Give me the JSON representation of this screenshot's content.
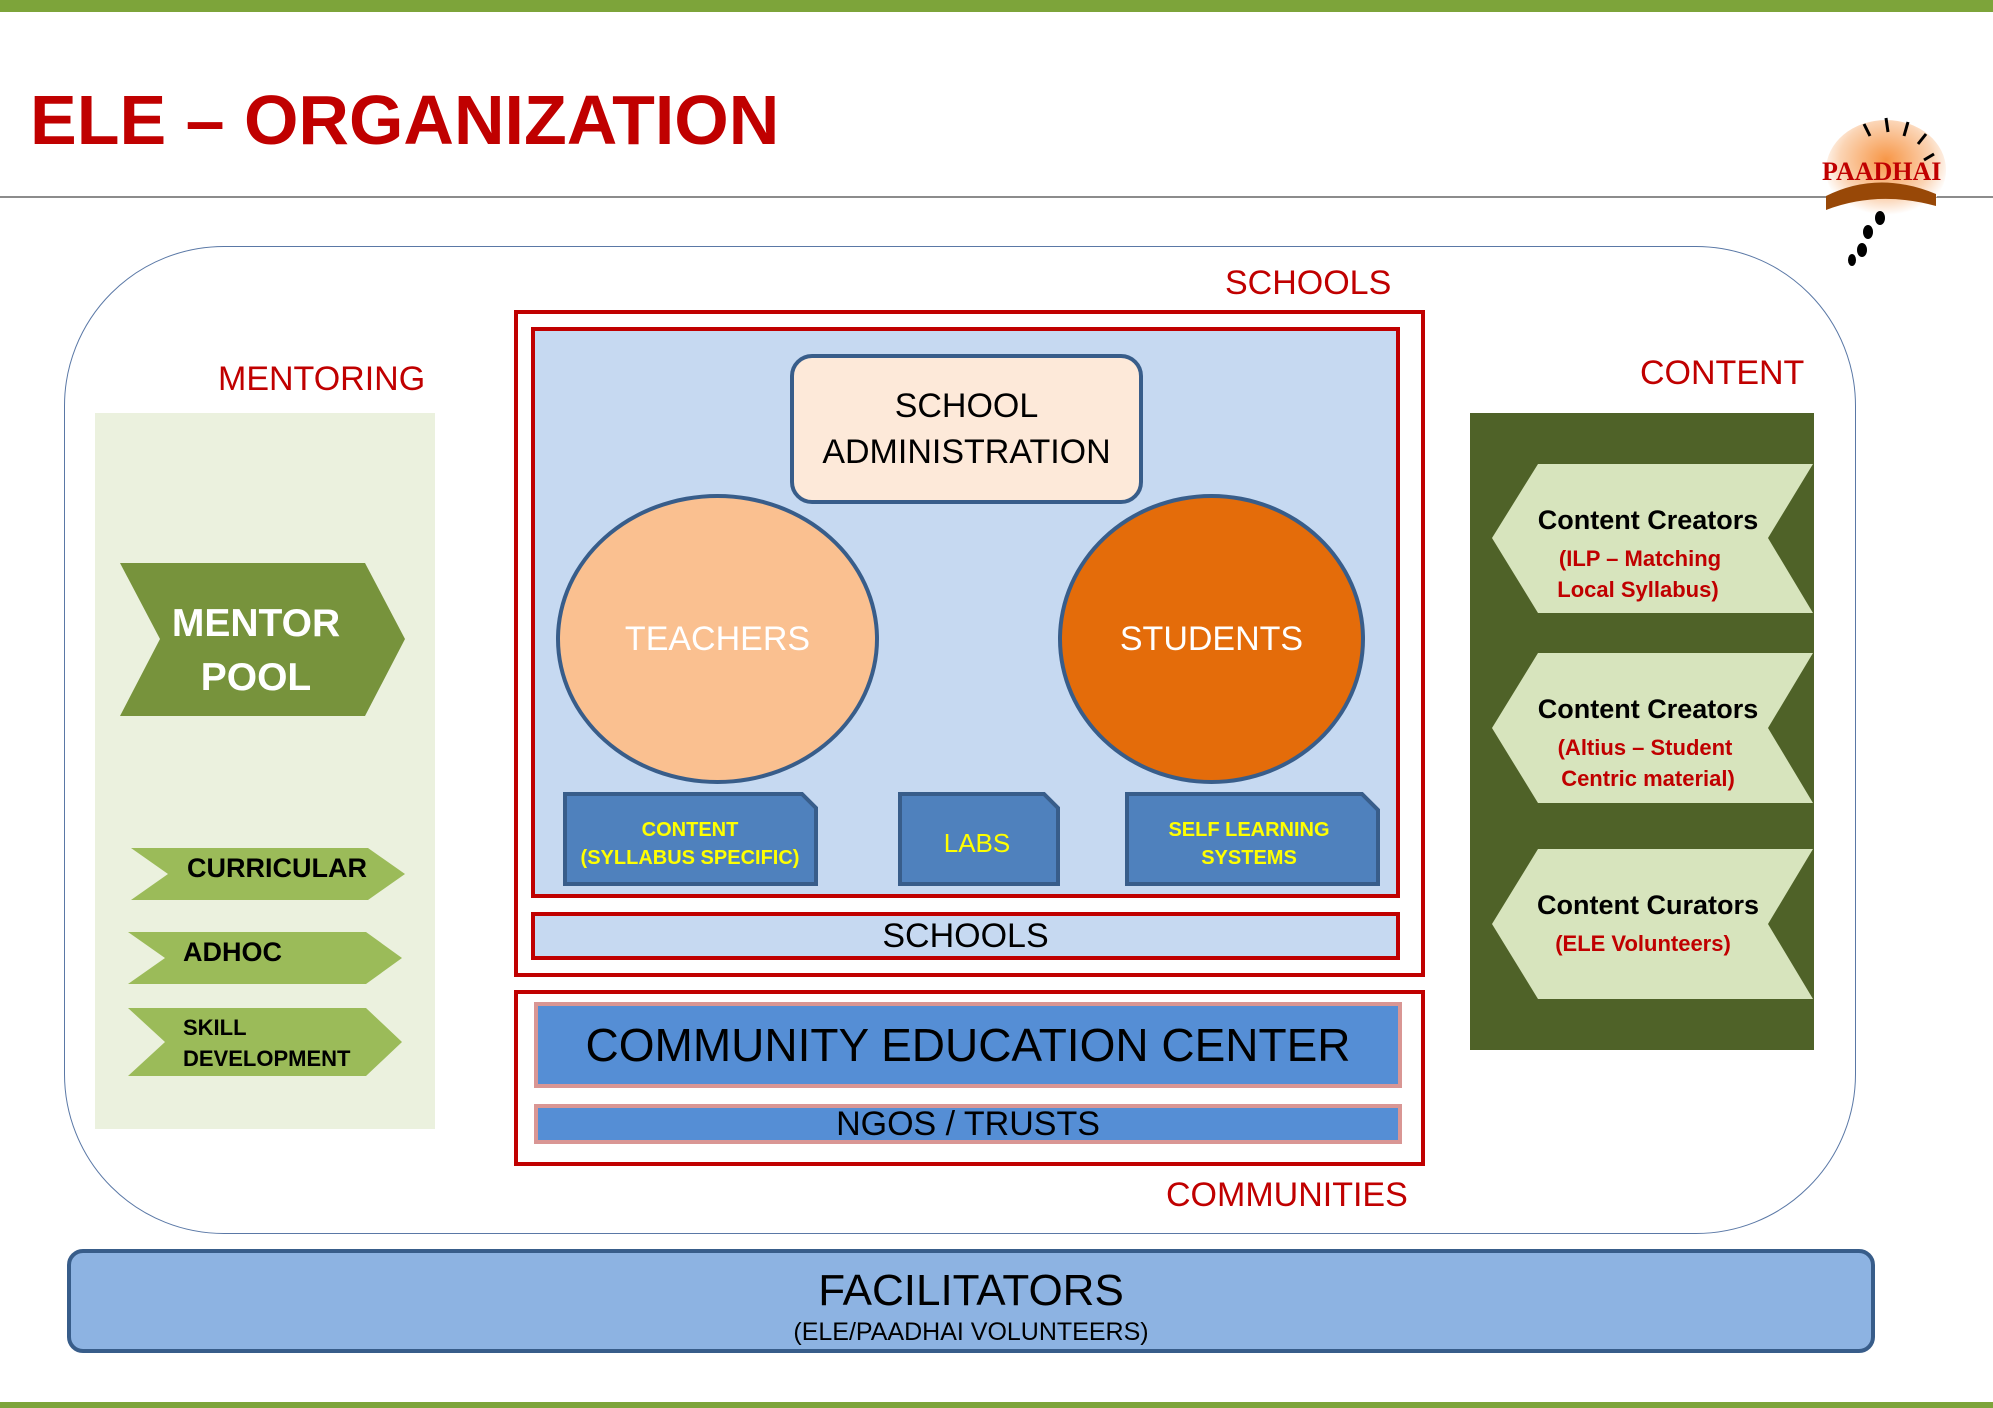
{
  "title": "ELE – ORGANIZATION",
  "logo_text": "PAADHAI",
  "labels": {
    "mentoring": "MENTORING",
    "content": "CONTENT",
    "schools_top": "SCHOOLS",
    "communities": "COMMUNITIES"
  },
  "mentoring": {
    "pool_line1": "MENTOR",
    "pool_line2": "POOL",
    "curricular": "CURRICULAR",
    "adhoc": "ADHOC",
    "skill_line1": "SKILL",
    "skill_line2": "DEVELOPMENT"
  },
  "schools": {
    "admin": "SCHOOL\nADMINISTRATION",
    "teachers": "TEACHERS",
    "students": "STUDENTS",
    "content_line1": "CONTENT",
    "content_line2": "(SYLLABUS SPECIFIC)",
    "labs": "LABS",
    "sls_line1": "SELF  LEARNING",
    "sls_line2": "SYSTEMS",
    "bar": "SCHOOLS"
  },
  "communities": {
    "center": "COMMUNITY EDUCATION CENTER",
    "ngos": "NGOS / TRUSTS"
  },
  "content_items": [
    {
      "title": "Content Creators",
      "sub1": "(ILP – Matching",
      "sub2": "Local Syllabus)"
    },
    {
      "title": "Content Creators",
      "sub1": "(Altius – Student",
      "sub2": "Centric material)"
    },
    {
      "title": "Content Curators",
      "sub1": "(ELE Volunteers)",
      "sub2": ""
    }
  ],
  "facilitators": {
    "title": "FACILITATORS",
    "subtitle": "(ELE/PAADHAI VOLUNTEERS)"
  },
  "colors": {
    "accent_red": "#c00000",
    "green_bar": "#7da43a",
    "dark_olive": "#4f6228",
    "light_blue": "#c6d9f1",
    "mid_blue": "#558ed5",
    "facilitator_blue": "#8db3e2",
    "orange": "#e46c0a",
    "peach": "#fac090",
    "yellow_text": "#ffff00"
  }
}
